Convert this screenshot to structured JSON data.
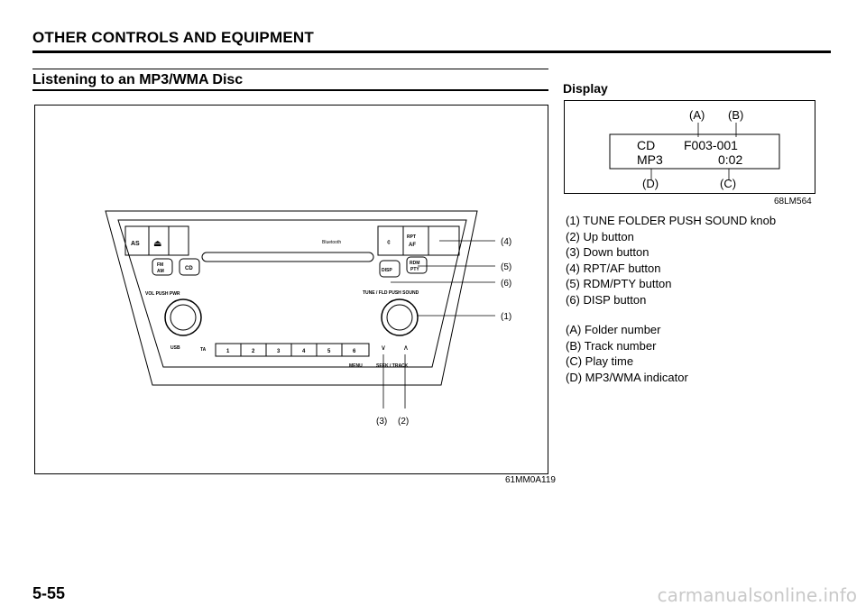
{
  "header": {
    "chapter_title": "OTHER CONTROLS AND EQUIPMENT"
  },
  "section": {
    "title": "Listening to an MP3/WMA Disc"
  },
  "figure_left": {
    "code": "61MM0A119",
    "callouts": [
      "(4)",
      "(5)",
      "(6)",
      "(1)",
      "(3)",
      "(2)"
    ],
    "panel_labels": {
      "as": "AS",
      "eject": "⏏",
      "bluetooth": "Bluetooth",
      "mic": "¢",
      "rpt": "RPT",
      "af": "AF",
      "fm": "FM",
      "am": "AM",
      "cd": "CD",
      "disp": "DISP",
      "rdm": "RDM",
      "pty": "PTY",
      "vol": "VOL PUSH PWR",
      "tune": "TUNE / FLD PUSH SOUND",
      "usb": "USB",
      "ta": "TA",
      "presets": [
        "1",
        "2",
        "3",
        "4",
        "5",
        "6"
      ],
      "menu": "MENU",
      "seek": "SEEK / TRACK",
      "down": "∨",
      "up": "∧"
    }
  },
  "display": {
    "title": "Display",
    "code": "68LM564",
    "label_a": "(A)",
    "label_b": "(B)",
    "label_c": "(C)",
    "label_d": "(D)",
    "lcd_line1_left": "CD",
    "lcd_line1_right": "F003-001",
    "lcd_line2_left": "MP3",
    "lcd_line2_right": "0:02"
  },
  "legend_controls": [
    "(1) TUNE FOLDER PUSH SOUND knob",
    "(2) Up button",
    "(3) Down button",
    "(4) RPT/AF button",
    "(5) RDM/PTY button",
    "(6) DISP button"
  ],
  "legend_display": [
    "(A) Folder number",
    "(B) Track number",
    "(C) Play time",
    "(D) MP3/WMA indicator"
  ],
  "footer": {
    "page_number": "5-55",
    "watermark": "carmanualsonline.info"
  }
}
